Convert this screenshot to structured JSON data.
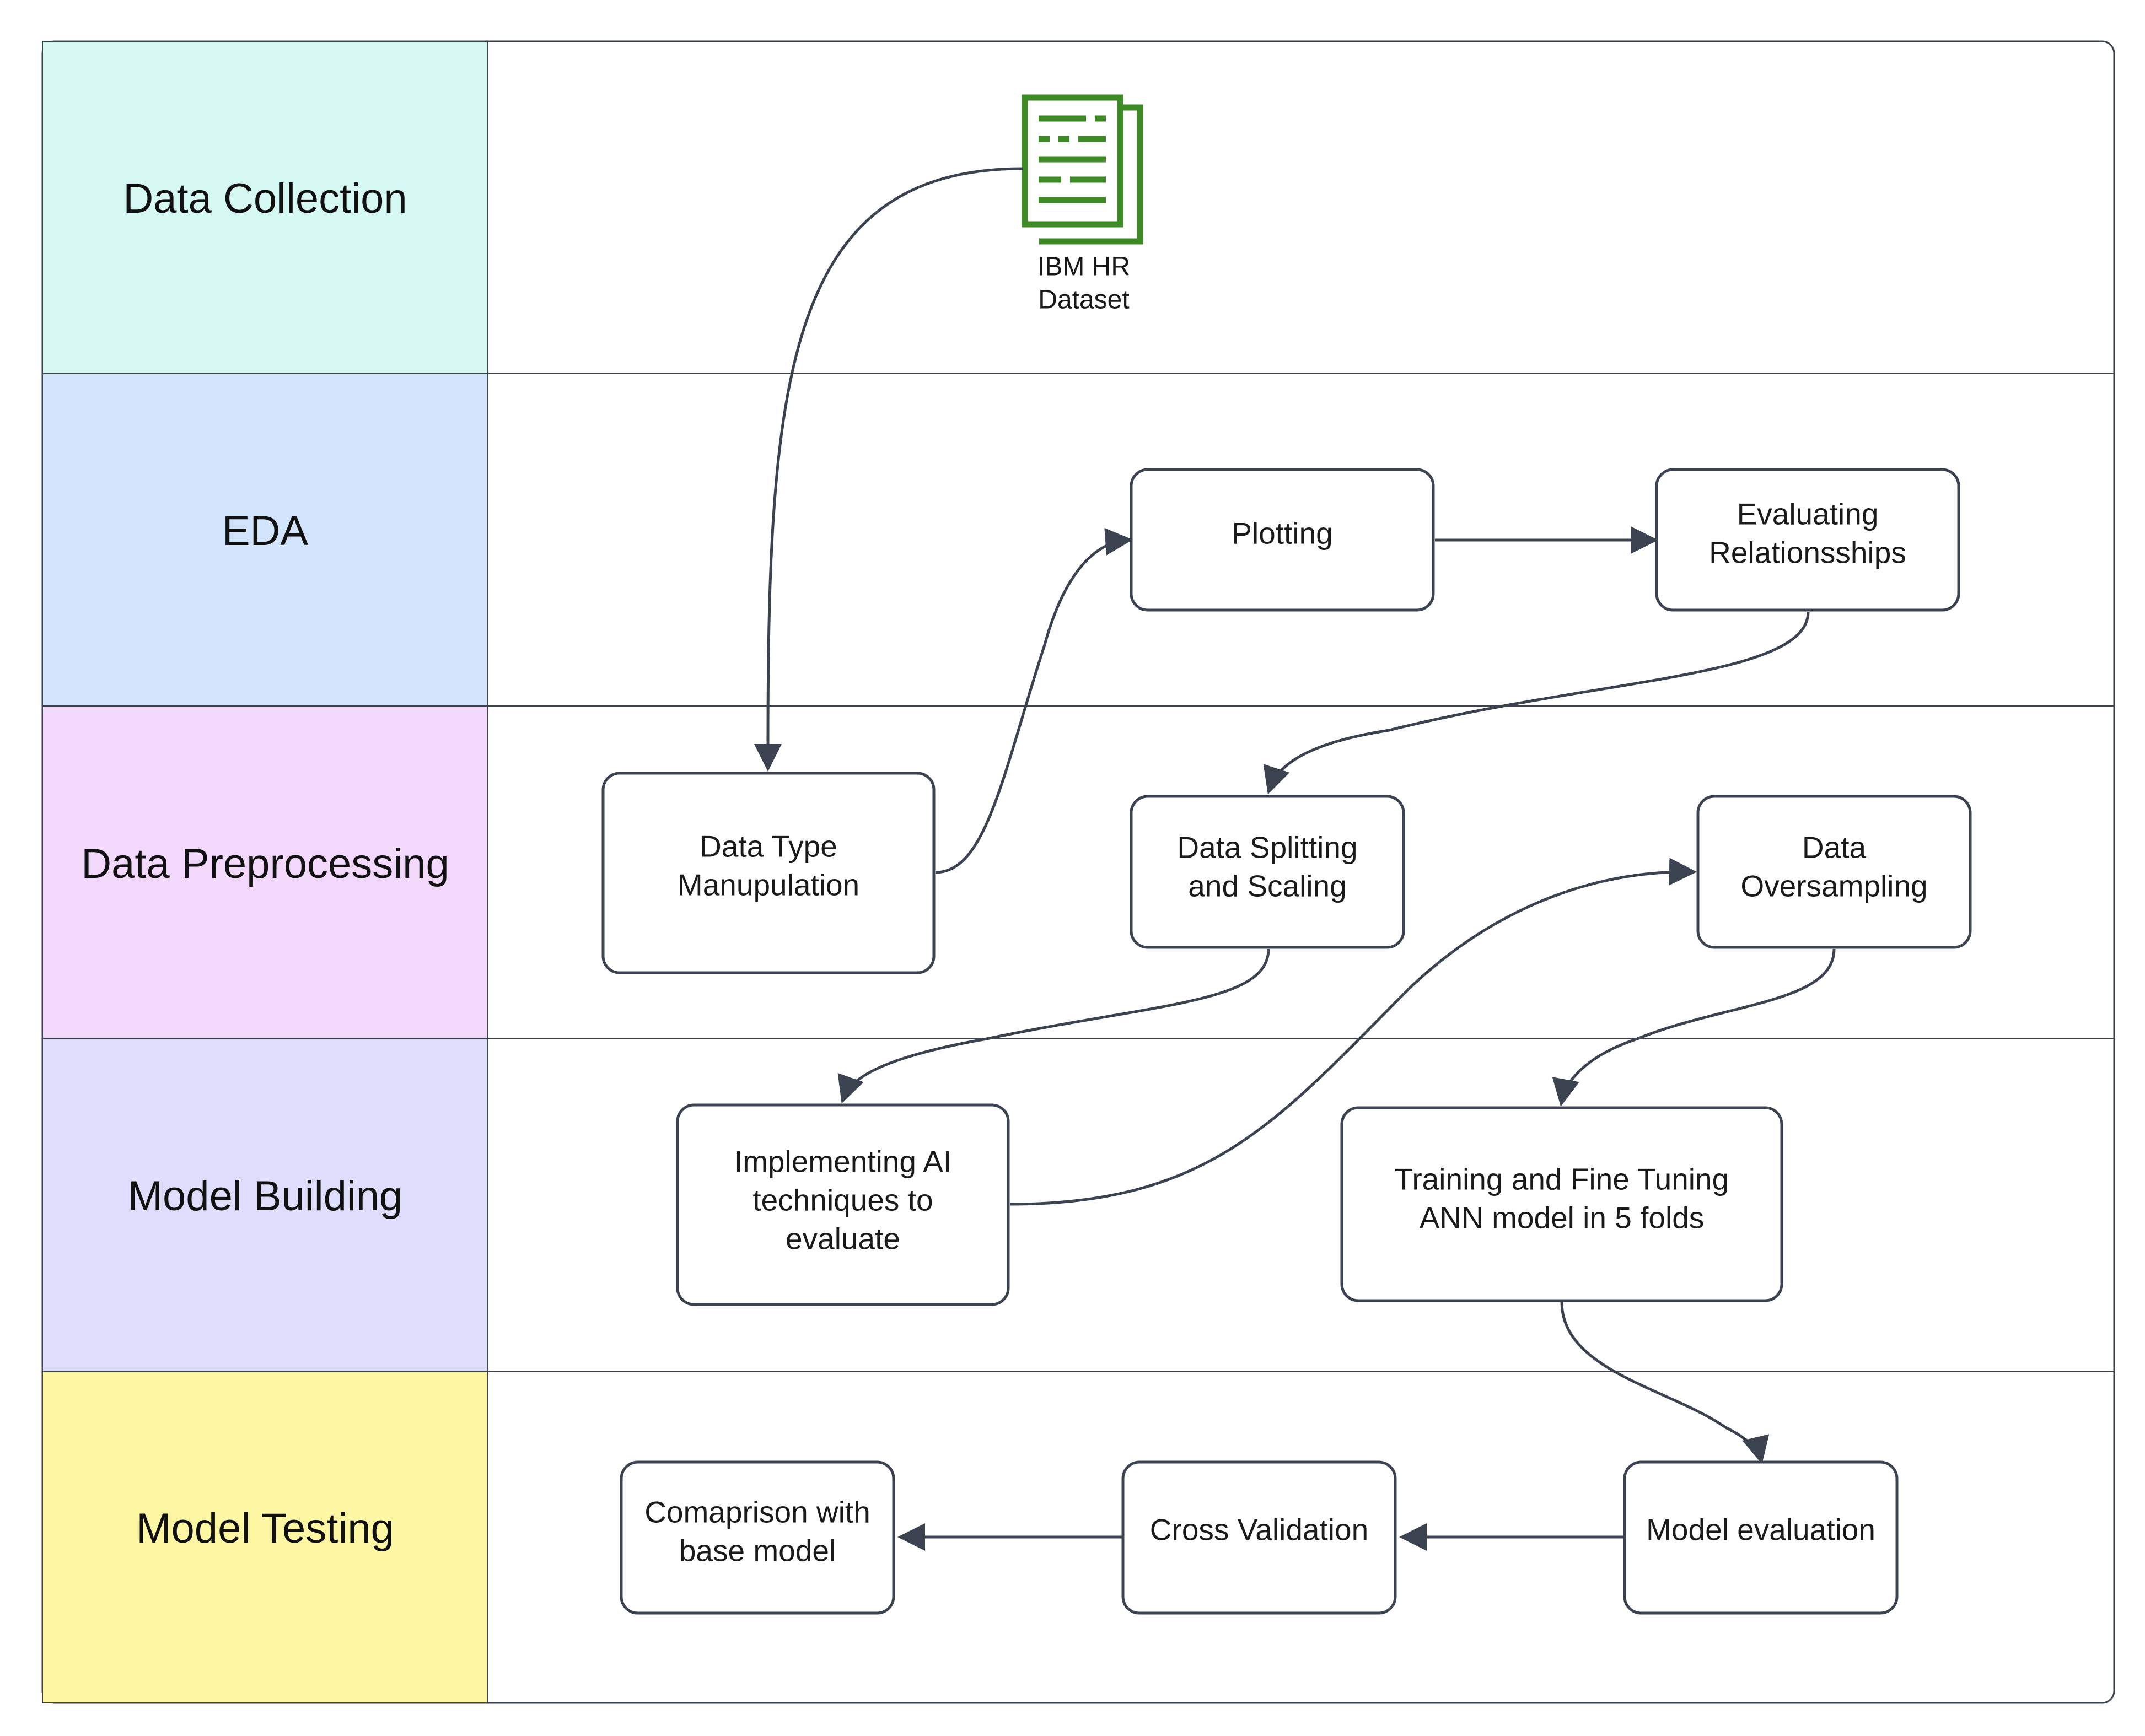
{
  "colors": {
    "lane_data_collection": "#d6f8f2",
    "lane_eda": "#d1e4fc",
    "lane_data_preprocessing": "#f2d9fc",
    "lane_model_building": "#dedefc",
    "lane_model_testing": "#fdf7a3",
    "stroke": "#3c4350",
    "dataset_icon": "#3d8a26"
  },
  "lanes": [
    {
      "label": "Data Collection"
    },
    {
      "label": "EDA"
    },
    {
      "label": "Data Preprocessing"
    },
    {
      "label": "Model Building"
    },
    {
      "label": "Model Testing"
    }
  ],
  "dataset": {
    "icon": "document-stack-icon",
    "label_line1": "IBM HR",
    "label_line2": "Dataset"
  },
  "nodes": {
    "plotting": [
      "Plotting"
    ],
    "evaluating": [
      "Evaluating",
      "Relationsships"
    ],
    "data_type": [
      "Data Type",
      "Manupulation"
    ],
    "splitting": [
      "Data Splitting",
      "and Scaling"
    ],
    "oversampling": [
      "Data",
      "Oversampling"
    ],
    "implementing": [
      "Implementing AI",
      "techniques to",
      "evaluate"
    ],
    "training": [
      "Training and Fine Tuning",
      "ANN model in 5 folds"
    ],
    "model_eval": [
      "Model evaluation"
    ],
    "cross_val": [
      "Cross Validation"
    ],
    "comparison": [
      "Comaprison with",
      "base model"
    ]
  },
  "edges": [
    {
      "from": "dataset",
      "to": "data_type"
    },
    {
      "from": "data_type",
      "to": "plotting"
    },
    {
      "from": "plotting",
      "to": "evaluating"
    },
    {
      "from": "evaluating",
      "to": "splitting"
    },
    {
      "from": "splitting",
      "to": "implementing"
    },
    {
      "from": "implementing",
      "to": "oversampling"
    },
    {
      "from": "oversampling",
      "to": "training"
    },
    {
      "from": "training",
      "to": "model_eval"
    },
    {
      "from": "model_eval",
      "to": "cross_val"
    },
    {
      "from": "cross_val",
      "to": "comparison"
    }
  ]
}
